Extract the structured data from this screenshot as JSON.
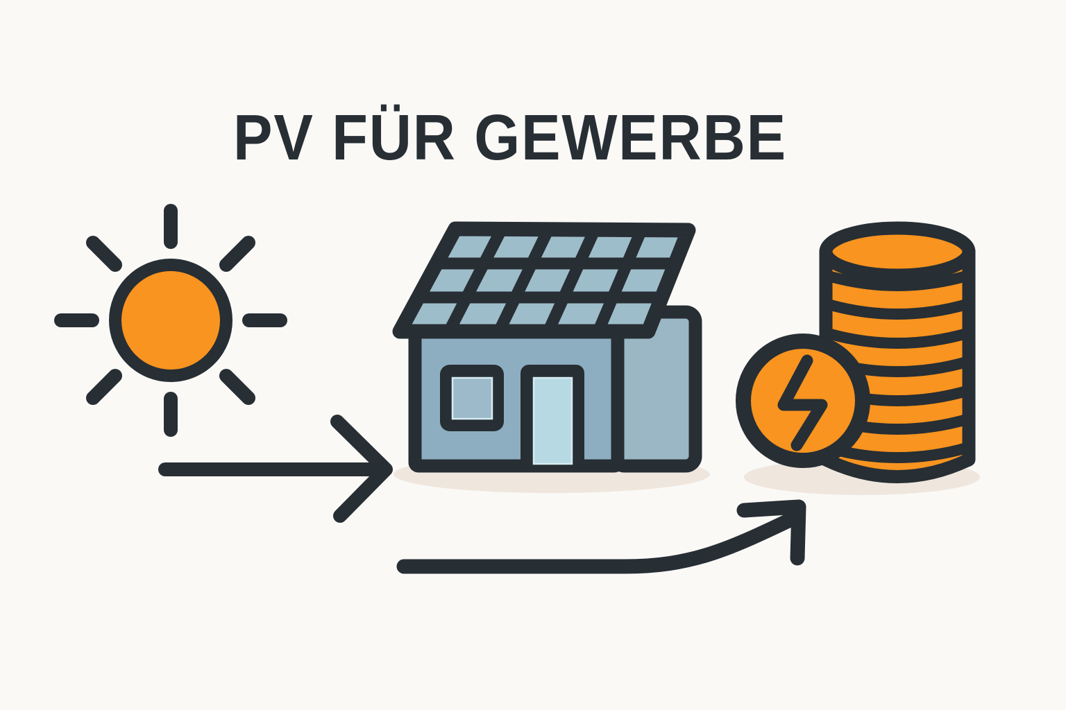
{
  "title": "PV FÜR GEWERBE",
  "colors": {
    "background": "#FAF9F6",
    "ink": "#272E34",
    "accent_orange": "#F8941F",
    "panel_blue": "#9EBDCB",
    "wall_blue": "#8CAEC0",
    "wing_blue": "#9BB7C5",
    "door_blue": "#B7D9E3",
    "pane_blue": "#9CBAC9",
    "pane_edge": "#D6ECF2",
    "shadow_beige": "#EFE6DD"
  },
  "scene": {
    "description": "Flow illustration: sun shines, arrow to building with rooftop solar panels, arrow to stack of coins with energy coin",
    "icons": [
      {
        "name": "sun-icon",
        "meaning": "sunlight"
      },
      {
        "name": "arrow-right-icon",
        "meaning": "sun energy to building"
      },
      {
        "name": "solar-building-icon",
        "meaning": "commercial building with PV panels"
      },
      {
        "name": "arrow-up-right-icon",
        "meaning": "savings / yield"
      },
      {
        "name": "coin-stack-icon",
        "meaning": "money / revenue"
      },
      {
        "name": "energy-coin-icon",
        "meaning": "electricity value (lightning bolt coin)"
      }
    ],
    "solar_panel_grid": {
      "rows": 3,
      "columns": 5
    },
    "coin_count": 8
  }
}
